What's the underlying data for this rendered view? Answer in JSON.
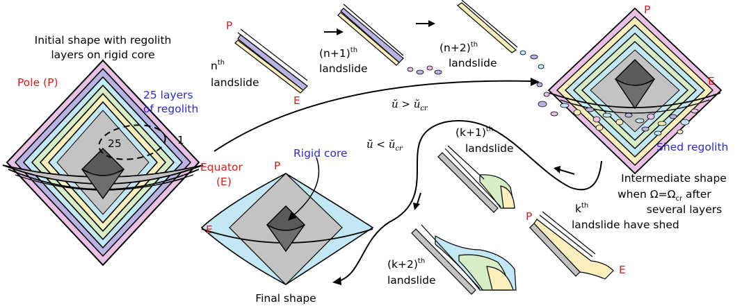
{
  "colors": {
    "red": "#e0191b",
    "blue": "#2a2ad0",
    "pink": "#e9c1e4",
    "purple": "#b9b3e3",
    "lightblue": "#c2e7f5",
    "green": "#d7edc5",
    "yellow": "#fbf0bd",
    "gray": "#c3c3c3",
    "dark_gray": "#6e6e6e",
    "core": "#5a5a5a",
    "black": "#000000"
  },
  "labels": {
    "initial_line1": "Initial shape with regolith",
    "initial_line2": "layers on rigid core",
    "pole": "Pole (P)",
    "layers_line1": "25 layers",
    "layers_line2": "of regolith",
    "layer_25": "25",
    "layer_1": "1",
    "equator_line1": "Equator",
    "equator_line2": "(E)",
    "rigid_core": "Rigid core",
    "final_shape": "Final shape",
    "shed_regolith": "Shed regolith",
    "intermediate_line1": "Intermediate shape",
    "intermediate_line2_pre": "when Ω=Ω",
    "intermediate_line2_sub": "cr",
    "intermediate_line2_post": " after",
    "intermediate_line3": "several layers",
    "intermediate_line4": "landslide   have  shed",
    "p": "P",
    "e": "E",
    "n_sup": "th",
    "n_base": "n",
    "n_word": "landslide",
    "n1_base": "(n+1)",
    "n1_sup": "th",
    "n1_word": "landslide",
    "n2_base": "(n+2)",
    "n2_sup": "th",
    "n2_word": "landslide",
    "k_base": "k",
    "k_sup": "th",
    "k1_base": "(k+1)",
    "k1_sup": "th",
    "k1_word": "landslide",
    "k2_base": "(k+2)",
    "k2_sup": "th",
    "k2_word": "landslide",
    "cond_gt_left": "ŭ > ŭ",
    "cond_gt_sub": "cr",
    "cond_lt_left": "ŭ < ŭ",
    "cond_lt_sub": "cr"
  }
}
